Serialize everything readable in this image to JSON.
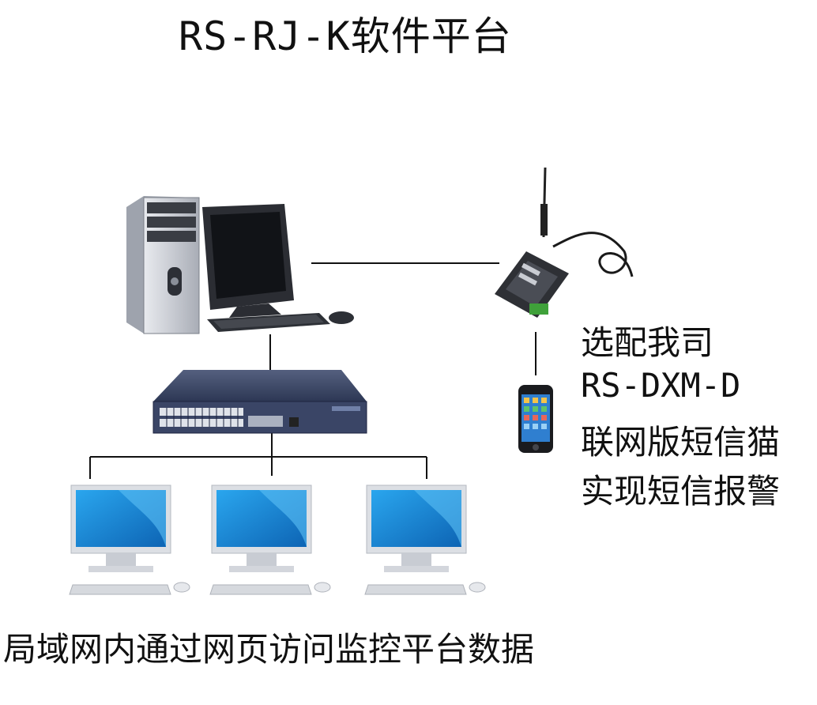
{
  "title": "RS-RJ-K软件平台",
  "side_text": [
    "选配我司",
    "RS-DXM-D",
    "联网版短信猫",
    "实现短信报警"
  ],
  "caption": "局域网内通过网页访问监控平台数据",
  "colors": {
    "background": "#ffffff",
    "line": "#111111",
    "screen": "#1e8fd8",
    "switch": "#3c4a6e"
  }
}
